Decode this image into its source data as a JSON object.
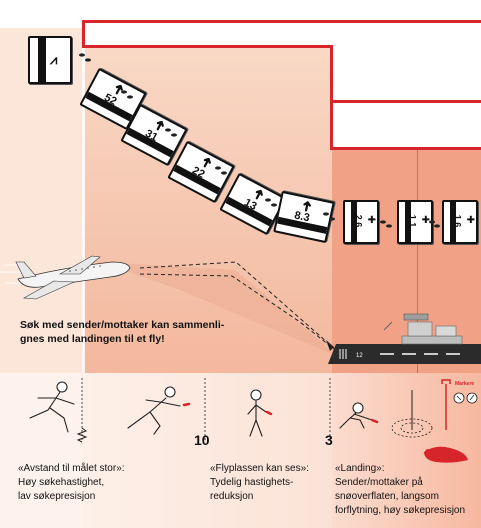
{
  "headline": {
    "line1": "Søk med sender/mottaker kan sammenli-",
    "line2": "gnes med landingen til et fly!"
  },
  "stages": [
    {
      "marker": "",
      "lines": [
        "«Avstand til målet stor»:",
        "Høy søkehastighet,",
        "lav søkepresisjon"
      ]
    },
    {
      "marker": "10",
      "lines": [
        "«Flyplassen kan ses»:",
        "Tydelig hastighets-",
        "reduksjon"
      ]
    },
    {
      "marker": "3",
      "lines": [
        "«Landing»:",
        "Sender/mottaker på",
        "snøoverflaten, langsom",
        "forflytning, høy søkepresisjon"
      ]
    }
  ],
  "devices": [
    {
      "reading": "",
      "icon": "signal-icon"
    },
    {
      "reading": "52",
      "icon": "arrow-icon"
    },
    {
      "reading": "31",
      "icon": "arrow-icon"
    },
    {
      "reading": "22",
      "icon": "arrow-icon"
    },
    {
      "reading": "13",
      "icon": "arrow-icon"
    },
    {
      "reading": "8.3",
      "icon": "arrow-icon"
    },
    {
      "reading": "2.6",
      "icon": "crosshair-icon"
    },
    {
      "reading": "1.1",
      "icon": "crosshair-icon"
    },
    {
      "reading": "1.6",
      "icon": "crosshair-icon"
    }
  ],
  "runway_number": "12",
  "marker_label": "Markere",
  "colors": {
    "accent": "#d7262b",
    "zone1": "#fbe6d9",
    "zone2": "#f6c8b0",
    "zone3": "#f09c80"
  }
}
